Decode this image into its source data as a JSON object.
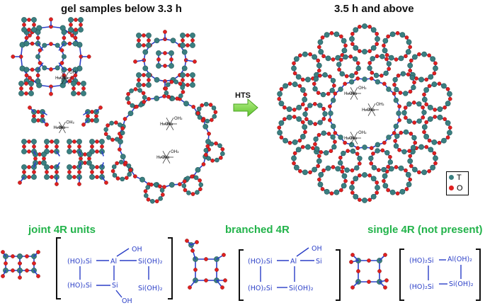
{
  "headings": {
    "left": "gel samples below 3.3 h",
    "right": "3.5 h and above",
    "arrow": "HTS"
  },
  "legend": {
    "t_label": "T",
    "o_label": "O",
    "t_color": "#3a7f80",
    "o_color": "#e02020"
  },
  "motifs": {
    "joint": "joint 4R units",
    "branched": "branched 4R",
    "single": "single 4R (not present)"
  },
  "colors": {
    "accent_green": "#22b34a",
    "bond": "#2b3fc7",
    "chem_text": "#2b3fc7"
  },
  "formulas": {
    "joint": {
      "tl": "(HO)₂Si",
      "tm": "Al",
      "tr": "Si(OH)₂",
      "bl": "(HO)₂Si",
      "bm": "Si",
      "br": "Si(OH)₂",
      "oh_top": "OH",
      "oh_bottom": "OH"
    },
    "branched": {
      "tl": "(HO)₂Si",
      "tm": "Al",
      "tr": "Si",
      "bl": "(HO)₂Si",
      "br": "Si(OH)₂",
      "oh_top": "OH"
    },
    "single": {
      "tl": "(HO)₂Si",
      "tr": "Al(OH)₂",
      "bl": "(HO)₂Si",
      "br": "Si(OH)₂"
    }
  },
  "water_labels": {
    "h2o": "H₂O",
    "oh2": "OH₂",
    "na": "Na"
  }
}
